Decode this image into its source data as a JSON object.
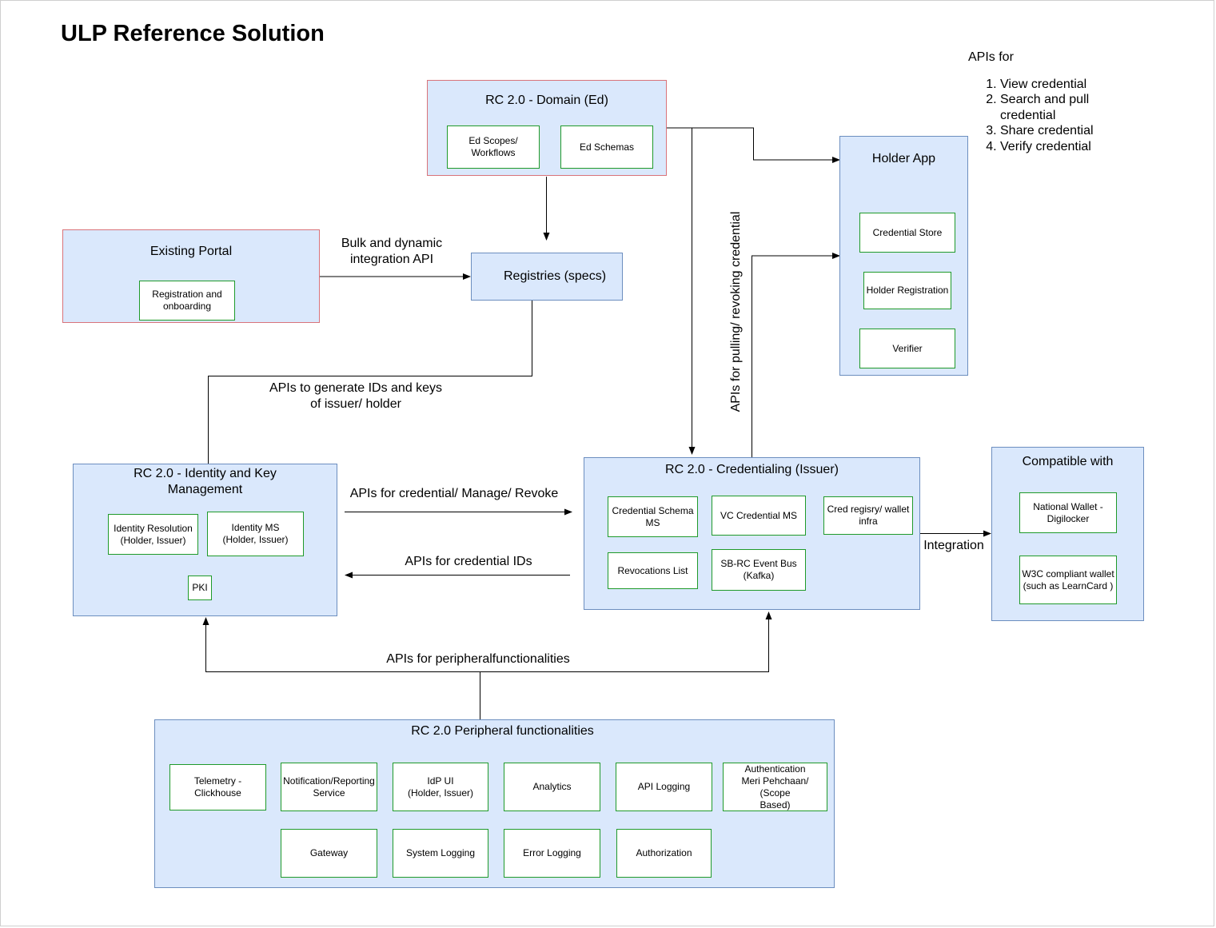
{
  "title": "ULP Reference Solution",
  "apis_for": {
    "heading": "APIs for",
    "items": [
      "View credential",
      "Search and pull credential",
      "Share credential",
      "Verify credential"
    ]
  },
  "domain": {
    "title": "RC 2.0 - Domain (Ed)",
    "boxes": [
      "Ed Scopes/\nWorkflows",
      "Ed Schemas"
    ]
  },
  "portal": {
    "title": "Existing Portal",
    "boxes": [
      "Registration and\nonboarding"
    ]
  },
  "registries": {
    "title": "Registries (specs)"
  },
  "holder": {
    "title": "Holder App",
    "boxes": [
      "Credential Store",
      "Holder Registration",
      "Verifier"
    ]
  },
  "identity": {
    "title": "RC 2.0 - Identity and Key\nManagement",
    "boxes": [
      "Identity Resolution\n(Holder, Issuer)",
      "Identity MS\n(Holder, Issuer)",
      "PKI"
    ]
  },
  "issuer": {
    "title": "RC 2.0 - Credentialing (Issuer)",
    "boxes": [
      "Credential Schema\nMS",
      "VC Credential MS",
      "Cred regisry/ wallet\ninfra",
      "Revocations List",
      "SB-RC Event Bus\n(Kafka)"
    ]
  },
  "compatible": {
    "title": "Compatible with",
    "boxes": [
      "National Wallet -\nDigilocker",
      "W3C compliant wallet\n(such as LearnCard )"
    ]
  },
  "peripheral": {
    "title": "RC 2.0 Peripheral functionalities",
    "boxes": [
      "Telemetry -\nClickhouse",
      "Notification/Reporting\nService",
      "IdP UI\n(Holder, Issuer)",
      "Analytics",
      "API Logging",
      "Authentication\nMeri Pehchaan/ (Scope\nBased)",
      "Gateway",
      "System Logging",
      "Error Logging",
      "Authorization"
    ]
  },
  "labels": {
    "bulk": "Bulk and dynamic\nintegration API",
    "gen_ids": "APIs to generate IDs and keys\nof issuer/ holder",
    "manage": "APIs for credential/ Manage/ Revoke",
    "cred_ids": "APIs for credential IDs",
    "pulling": "APIs for pulling/ revoking credential",
    "integration": "Integration",
    "peripheral_apis": "APIs for peripheralfunctionalities"
  }
}
